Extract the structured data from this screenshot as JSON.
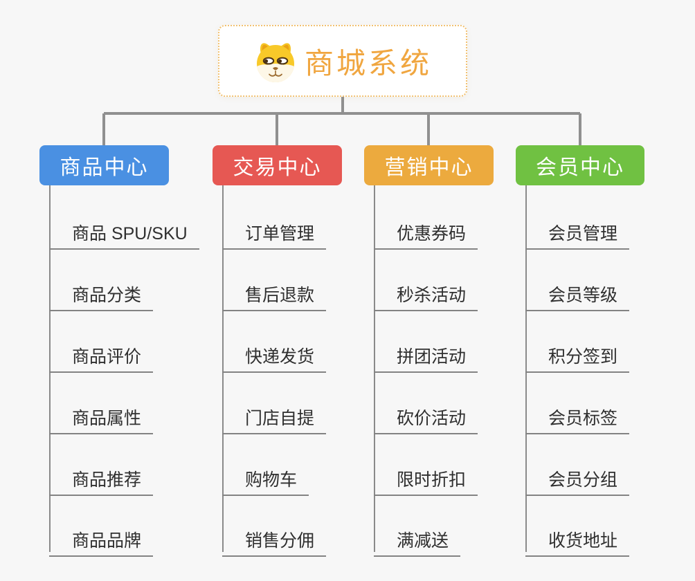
{
  "root": {
    "title": "商城系统",
    "icon": "dog-face-icon",
    "title_color": "#f0a640",
    "border_color": "#f2c171"
  },
  "branches": [
    {
      "label": "商品中心",
      "color": "#4a90e2",
      "items": [
        "商品 SPU/SKU",
        "商品分类",
        "商品评价",
        "商品属性",
        "商品推荐",
        "商品品牌"
      ]
    },
    {
      "label": "交易中心",
      "color": "#e65853",
      "items": [
        "订单管理",
        "售后退款",
        "快递发货",
        "门店自提",
        "购物车",
        "销售分佣"
      ]
    },
    {
      "label": "营销中心",
      "color": "#ecaa3e",
      "items": [
        "优惠券码",
        "秒杀活动",
        "拼团活动",
        "砍价活动",
        "限时折扣",
        "满减送"
      ]
    },
    {
      "label": "会员中心",
      "color": "#70c142",
      "items": [
        "会员管理",
        "会员等级",
        "积分签到",
        "会员标签",
        "会员分组",
        "收货地址"
      ]
    }
  ],
  "colors": {
    "background": "#f7f7f7",
    "connector_line": "#909090",
    "spine_line": "#8a8a8a",
    "item_underline": "#838383",
    "item_text": "#2f2f2f"
  }
}
